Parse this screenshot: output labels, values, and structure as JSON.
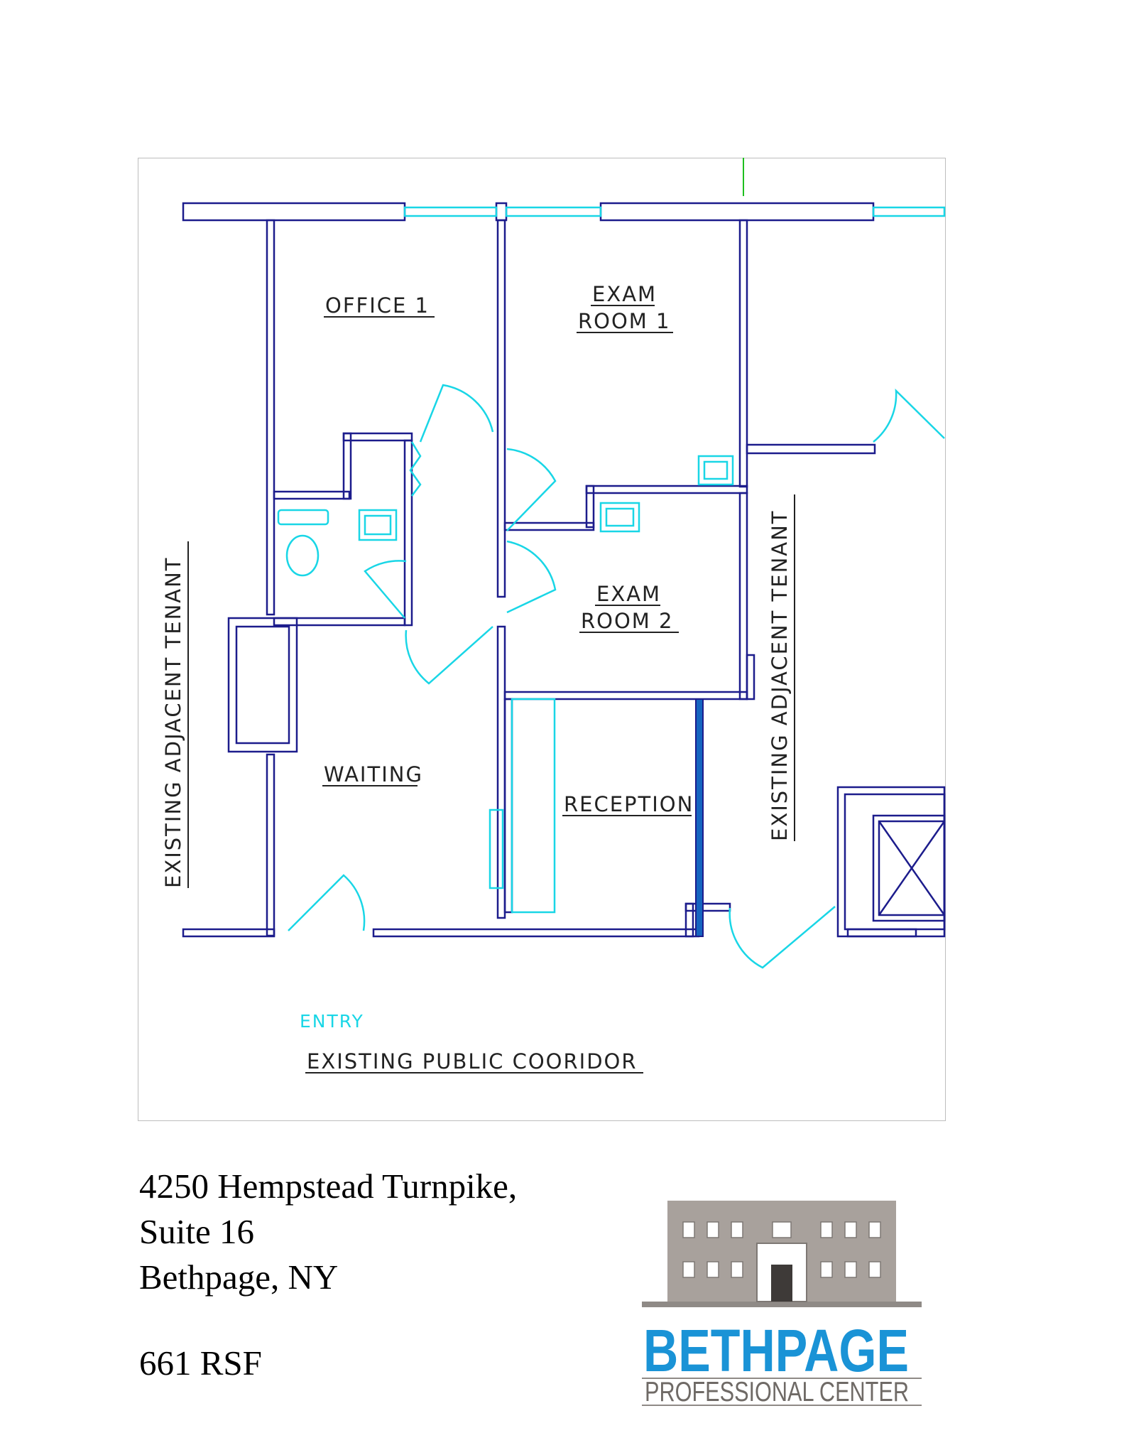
{
  "plan": {
    "rooms": {
      "office1": "OFFICE 1",
      "exam1_l1": "EXAM",
      "exam1_l2": "ROOM 1",
      "exam2_l1": "EXAM",
      "exam2_l2": "ROOM 2",
      "waiting": "WAITING",
      "reception": "RECEPTION",
      "entry": "ENTRY"
    },
    "adjacent_left": "EXISTING ADJACENT TENANT",
    "adjacent_right": "EXISTING ADJACENT TENANT",
    "corridor": "EXISTING PUBLIC COORIDOR",
    "colors": {
      "wall": "#1c1c8c",
      "door": "#19d6e6",
      "partition": "#1565c0"
    }
  },
  "address": {
    "line1": "4250 Hempstead Turnpike,",
    "line2": "Suite 16",
    "line3": "Bethpage, NY"
  },
  "area": "661 RSF",
  "logo": {
    "name": "BETHPAGE",
    "subtitle": "PROFESSIONAL CENTER",
    "icon": "building-icon",
    "colors": {
      "name": "#1a93d6",
      "building": "#a8a19c",
      "subtitle": "#6f6a66"
    }
  }
}
